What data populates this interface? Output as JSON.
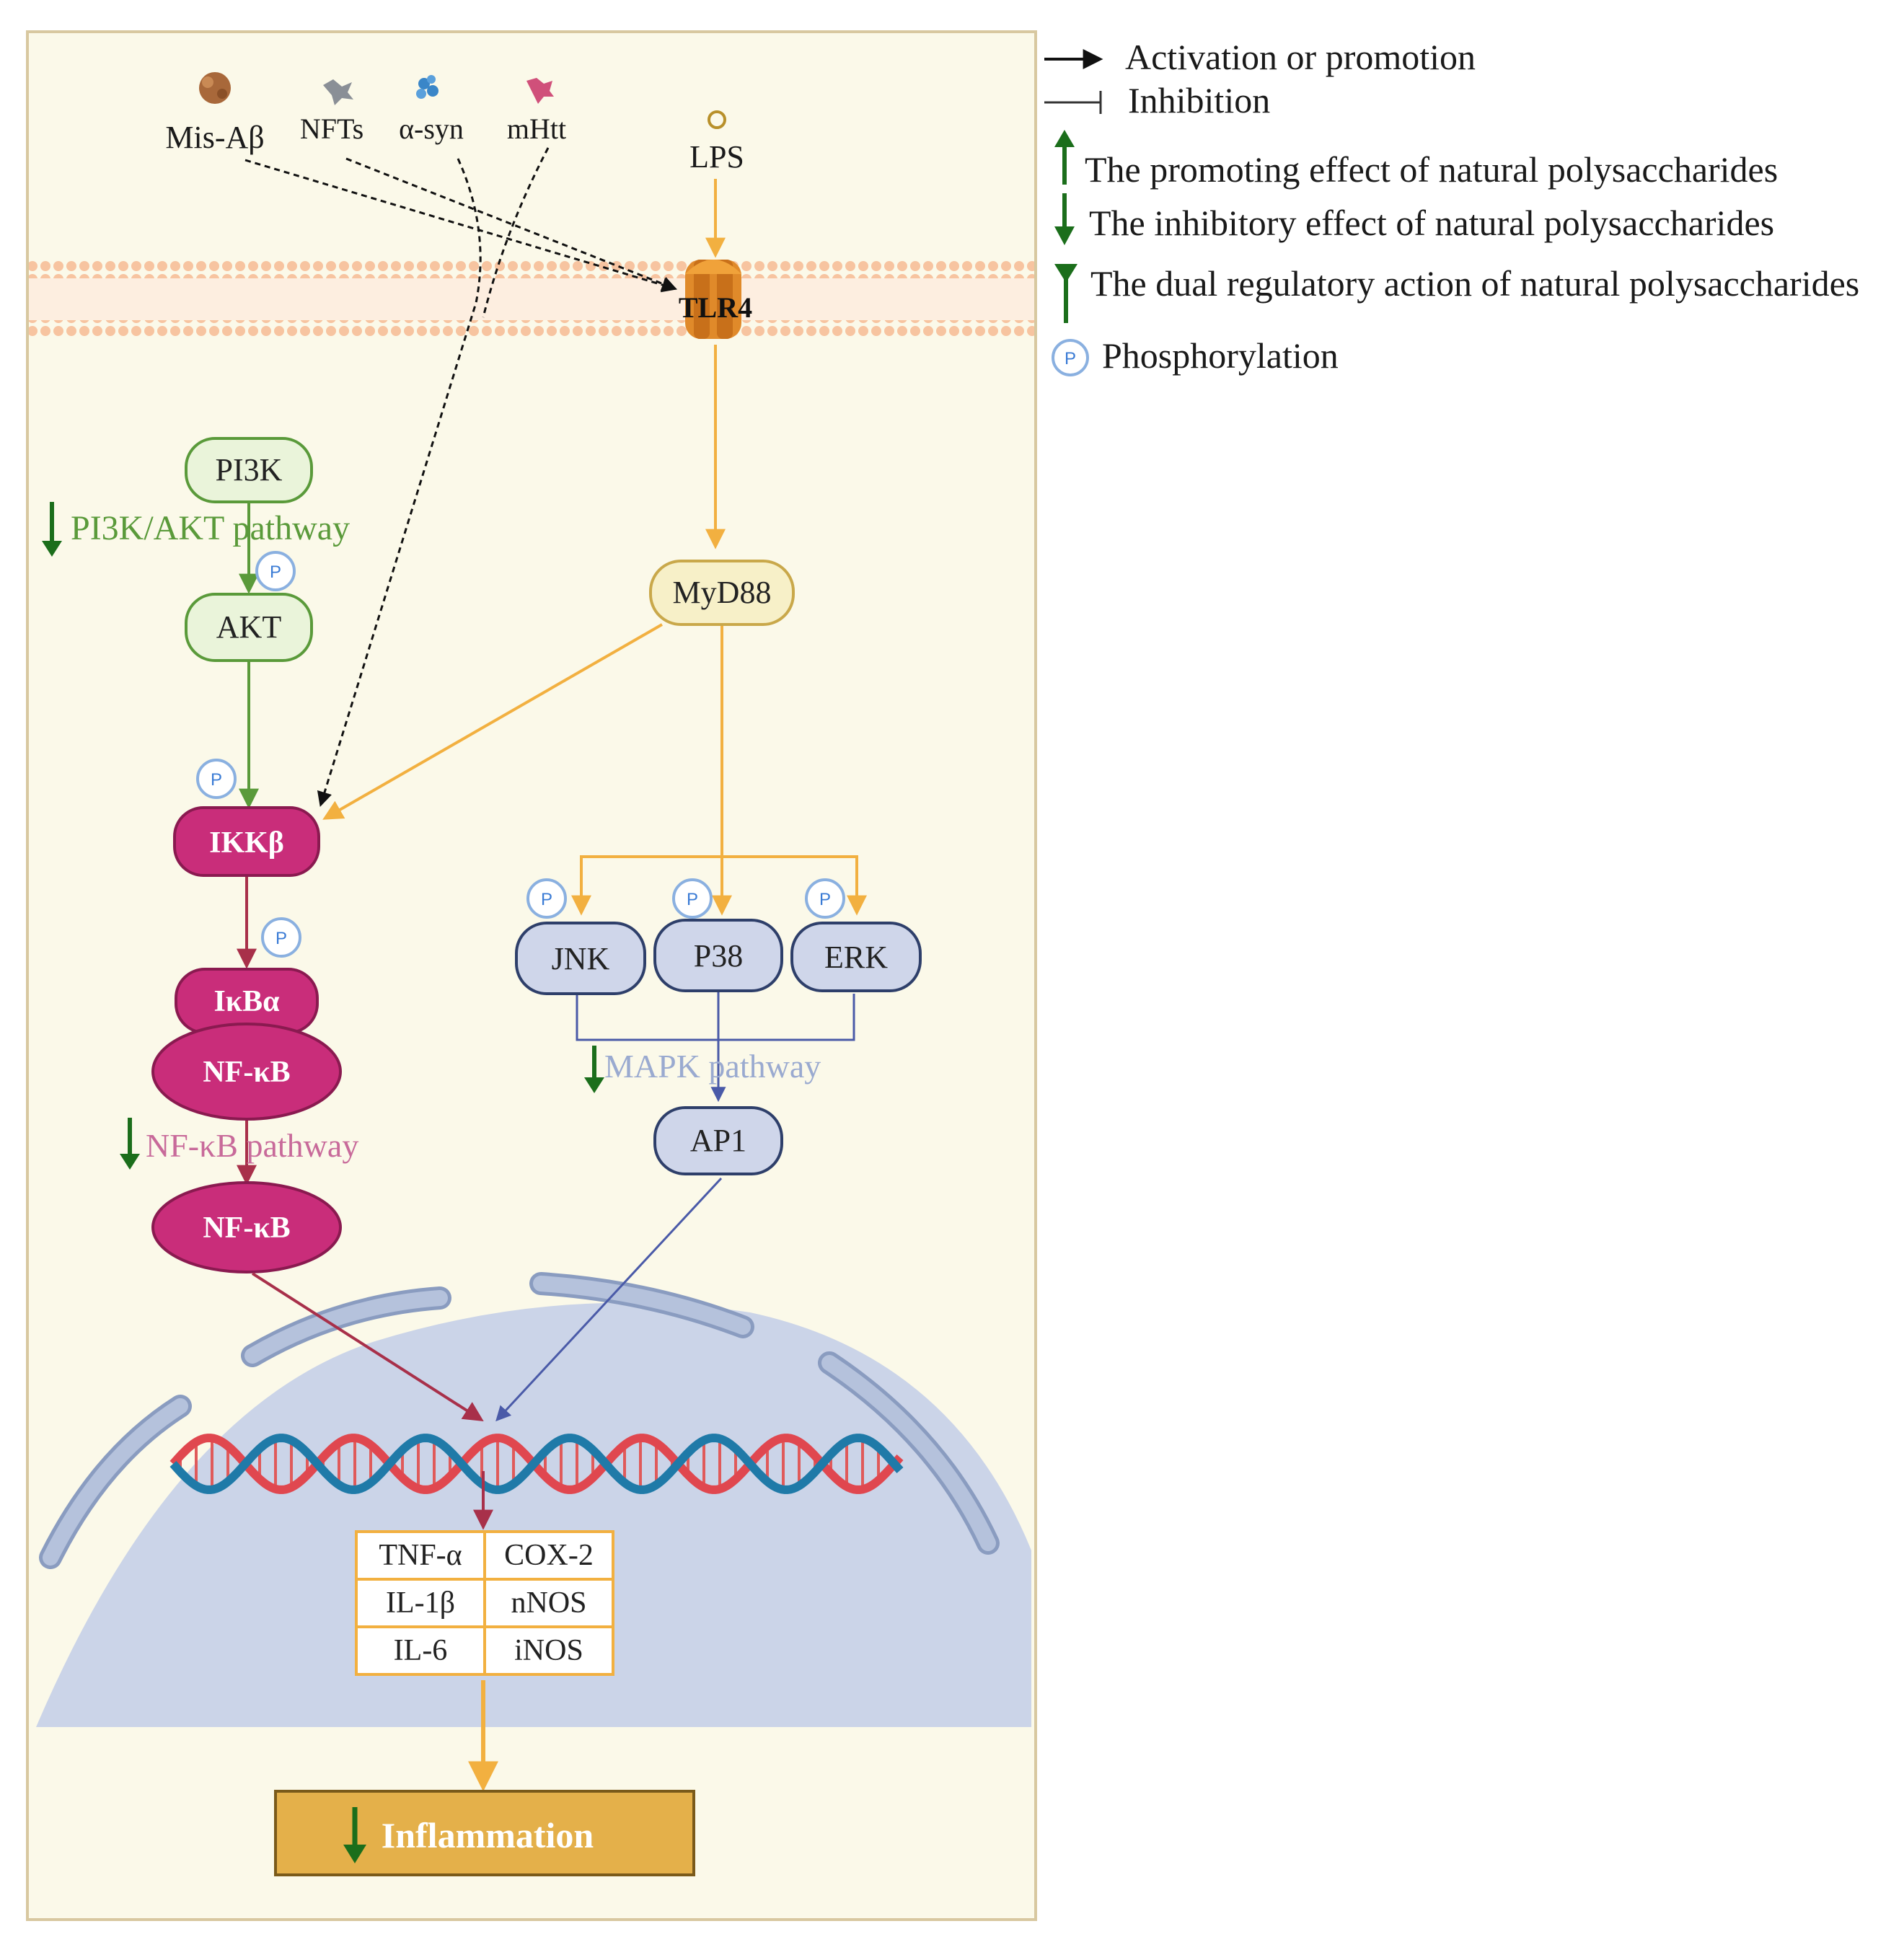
{
  "legend": {
    "activation": "Activation or promotion",
    "inhibition": "Inhibition",
    "promoting": "The promoting effect of natural polysaccharides",
    "inhibitory": "The inhibitory effect of natural polysaccharides",
    "dual": "The dual regulatory action of natural polysaccharides",
    "phosphorylation": "Phosphorylation",
    "p_symbol": "P"
  },
  "stimuli": {
    "mis_abeta": "Mis-Aβ",
    "nfts": "NFTs",
    "alpha_syn": "α-syn",
    "mhtt": "mHtt",
    "lps": "LPS"
  },
  "receptor": "TLR4",
  "nodes": {
    "pi3k": "PI3K",
    "akt": "AKT",
    "ikkb": "IKKβ",
    "ikba": "IκBα",
    "nfkb1": "NF-κB",
    "nfkb2": "NF-κB",
    "myd88": "MyD88",
    "jnk": "JNK",
    "p38": "P38",
    "erk": "ERK",
    "ap1": "AP1"
  },
  "pathways": {
    "pi3k_akt": "PI3K/AKT pathway",
    "nfkb": "NF-κB pathway",
    "mapk": "MAPK pathway"
  },
  "cytokines": [
    [
      "TNF-α",
      "COX-2"
    ],
    [
      "IL-1β",
      "nNOS"
    ],
    [
      "IL-6",
      "iNOS"
    ]
  ],
  "outcome": "Inflammation",
  "colors": {
    "cell_bg": "#fbf9e9",
    "cell_border": "#d8c8a0",
    "green": "#1b6e1b",
    "orange": "#f2b040",
    "magenta": "#c92d7a",
    "blue_node": "#cfd6ea",
    "nucleus": "#cbd4e8"
  }
}
